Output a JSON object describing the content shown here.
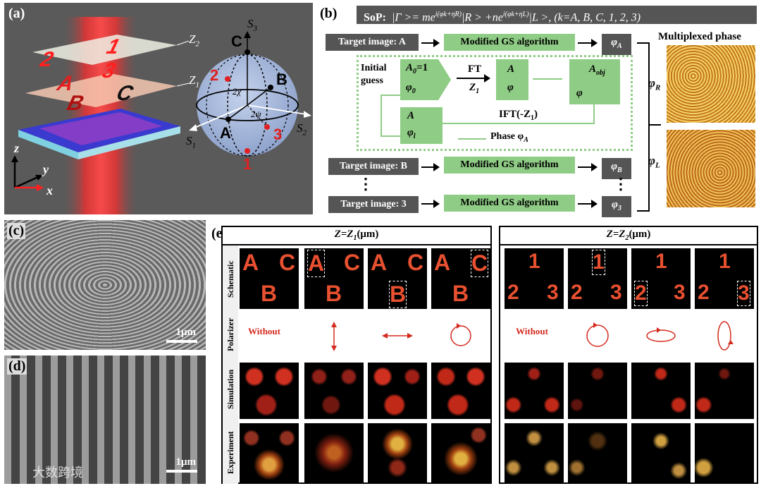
{
  "panel_a": {
    "label": "(a)",
    "plane_z2": "Z",
    "plane_z2_sub": "2",
    "plane_z1": "Z",
    "plane_z1_sub": "1",
    "plane_top_chars": [
      "1",
      "2",
      "3"
    ],
    "plane_mid_chars": [
      "A",
      "C",
      "B"
    ],
    "axis_z": "z",
    "axis_y": "y",
    "axis_x": "x",
    "sphere": {
      "s1": "S",
      "s1_sub": "1",
      "s2": "S",
      "s2_sub": "2",
      "s3": "S",
      "s3_sub": "3",
      "points_black": [
        "C",
        "B",
        "A"
      ],
      "points_red": [
        "2",
        "3",
        "1"
      ],
      "angle_chi": "2χ",
      "angle_psi": "2ψ"
    }
  },
  "panel_b": {
    "label": "(b)",
    "sop_label": "SoP:",
    "sop_formula": "|Γ >= me",
    "sop_exp1": "i(φk+ηR)",
    "sop_mid": "|R > +ne",
    "sop_exp2": "i(φk+ηL)",
    "sop_end": "|L >, (k=A, B, C, 1, 2, 3)",
    "target_a": "Target image: A",
    "target_b": "Target image: B",
    "target_3": "Target image: 3",
    "gs_label": "Modified GS algorithm",
    "phi_a": "φ",
    "phi_a_sub": "A",
    "phi_b": "φ",
    "phi_b_sub": "B",
    "phi_3": "φ",
    "phi_3_sub": "3",
    "initial_guess": "Initial guess",
    "a0": "A",
    "a0_sub": "0",
    "a0_val": "=1",
    "phi0": "φ",
    "phi0_sub": "0",
    "ft": "FT",
    "z1": "Z",
    "z1_sub": "1",
    "a_cell": "A",
    "phi_cell": "φ",
    "aobj": "A",
    "aobj_sub": "obj",
    "phi_obj": "φ",
    "ift": "IFT(-Z",
    "ift_sub": "1",
    "ift_end": ")",
    "a_l": "A",
    "phi_l": "φ",
    "phi_l_sub": "l",
    "phase_label": "Phase φ",
    "phase_sub": "A",
    "multiplexed": "Multiplexed phase",
    "phi_r": "φ",
    "phi_r_sub": "R",
    "phi_l2": "φ",
    "phi_l2_sub": "L",
    "dots": "⋮"
  },
  "panel_c": {
    "label": "(c)",
    "scale": "1μm"
  },
  "panel_d": {
    "label": "(d)",
    "scale": "1μm"
  },
  "panel_e": {
    "label": "(e)",
    "left_title": "Z=Z",
    "left_title_sub": "1",
    "left_title_unit": "(μm)",
    "right_title": "Z=Z",
    "right_title_sub": "2",
    "right_title_unit": "(μm)",
    "row_labels": [
      "Schematic",
      "Polarizer",
      "Simulation",
      "Experiment"
    ],
    "without_left": "Without",
    "without_right": "Without",
    "left_chars": [
      "A",
      "C",
      "B"
    ],
    "right_chars": [
      "1",
      "2",
      "3"
    ]
  },
  "watermark": "大数跨境",
  "colors": {
    "panel_bg": "#5a5a5a",
    "gs_green": "#8fcc85",
    "dark_box": "#555555",
    "red": "#d42a1e",
    "sphere": "#a9b9d9"
  }
}
